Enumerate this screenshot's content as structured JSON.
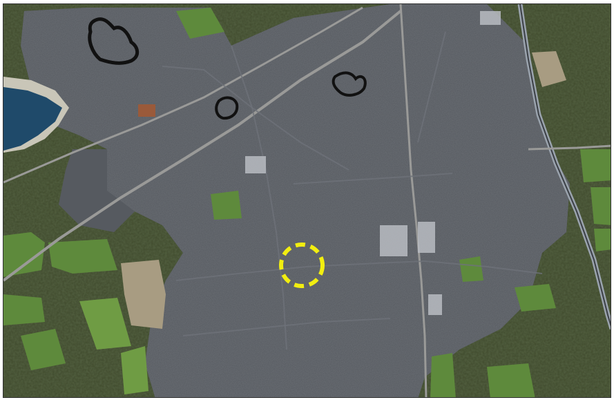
{
  "map": {
    "kind": "aerial-satellite",
    "marker": {
      "shape": "dashed-circle",
      "color": "#f2ee10",
      "meaning": "highlighted-location"
    },
    "colors": {
      "urban_base": "#565a60",
      "urban_light": "#6e7279",
      "urban_dark": "#3c4046",
      "vegetation": "#3f4a2c",
      "vegetation_dark": "#2d3520",
      "field_green": "#5e8a3c",
      "field_bright": "#6f9c44",
      "field_tan": "#a89c82",
      "water": "#1f4a6a",
      "sand": "#c9c6b8",
      "motorway": "#9aa3ad",
      "major_road": "#9a9a98",
      "pond_outline": "#111111"
    }
  }
}
